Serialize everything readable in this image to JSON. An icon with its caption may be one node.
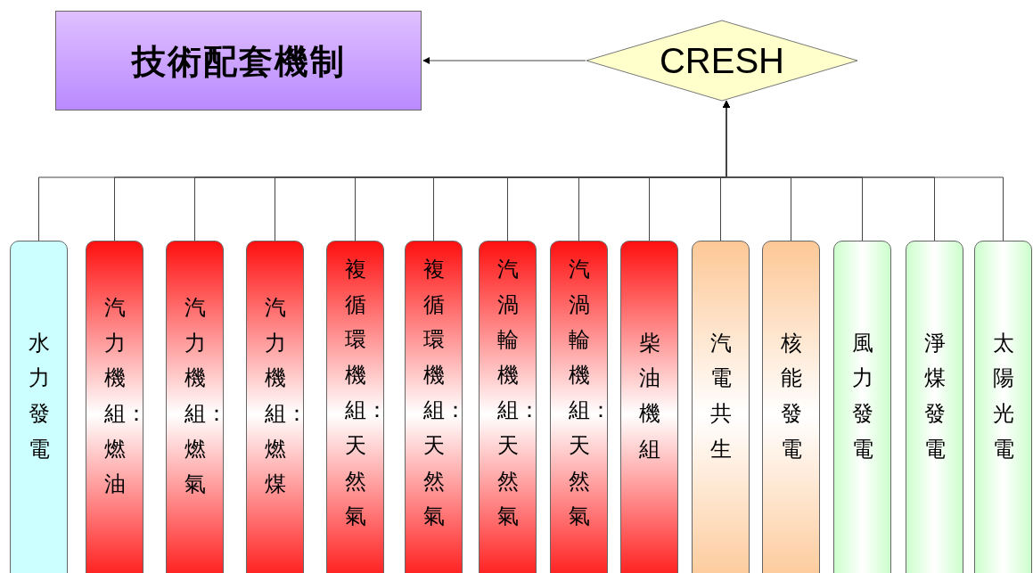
{
  "diagram": {
    "nodes": [
      {
        "text": [
          "技術配套機制"
        ]
      },
      {
        "text": [
          "CRESH"
        ]
      },
      {
        "text": [
          "水力發電"
        ]
      },
      {
        "text": [
          "汽力機組：燃油"
        ]
      },
      {
        "text": [
          "汽力機組：燃氣"
        ]
      },
      {
        "text": [
          "汽力機組：燃煤"
        ]
      },
      {
        "text": [
          "複循環機組：天然氣"
        ]
      },
      {
        "text": [
          "複循環機組：天然氣"
        ]
      },
      {
        "text": [
          "汽渦輪機組：天然氣"
        ]
      },
      {
        "text": [
          "汽渦輪機組：天然氣"
        ]
      },
      {
        "text": [
          "柴油機組"
        ]
      },
      {
        "text": [
          "汽電共生"
        ]
      },
      {
        "text": [
          "核能發電"
        ]
      },
      {
        "text": [
          "風力發電"
        ]
      },
      {
        "text": [
          "淨煤發電"
        ]
      },
      {
        "text": [
          "太陽光電"
        ]
      }
    ],
    "edges": [
      {
        "from": 1,
        "to": 0,
        "arrow": "to"
      },
      {
        "from": 2,
        "to": 1,
        "arrow": "to"
      },
      {
        "from": 3,
        "to": 1,
        "arrow": "to"
      },
      {
        "from": 4,
        "to": 1,
        "arrow": "to"
      },
      {
        "from": 5,
        "to": 1,
        "arrow": "to"
      },
      {
        "from": 6,
        "to": 1,
        "arrow": "to"
      },
      {
        "from": 7,
        "to": 1,
        "arrow": "to"
      },
      {
        "from": 8,
        "to": 1,
        "arrow": "to"
      },
      {
        "from": 9,
        "to": 1,
        "arrow": "to"
      },
      {
        "from": 10,
        "to": 1,
        "arrow": "to"
      },
      {
        "from": 11,
        "to": 1,
        "arrow": "to"
      },
      {
        "from": 12,
        "to": 1,
        "arrow": "to"
      },
      {
        "from": 13,
        "to": 1,
        "arrow": "to"
      },
      {
        "from": 14,
        "to": 1,
        "arrow": "to"
      },
      {
        "from": 15,
        "to": 1,
        "arrow": "to"
      }
    ]
  }
}
